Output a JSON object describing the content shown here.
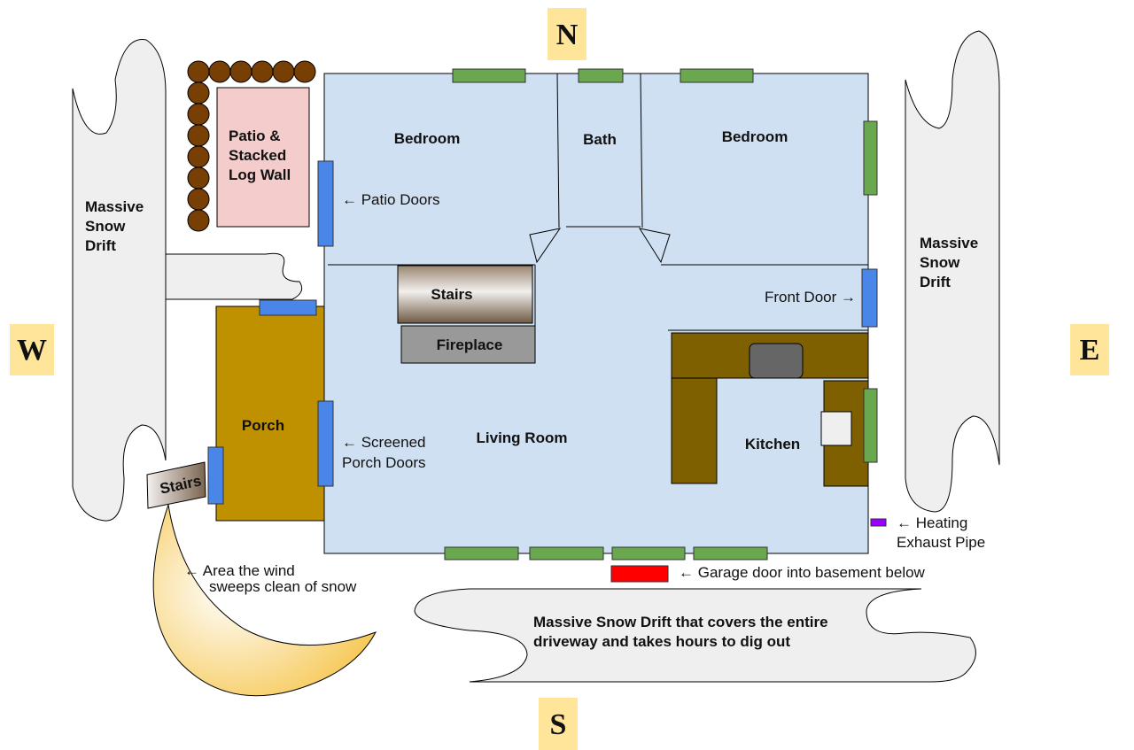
{
  "compass": {
    "north": "N",
    "south": "S",
    "east": "E",
    "west": "W"
  },
  "rooms": {
    "bedroom_west": "Bedroom",
    "bath": "Bath",
    "bedroom_east": "Bedroom",
    "living_room": "Living Room",
    "kitchen": "Kitchen",
    "porch": "Porch",
    "stairs_interior": "Stairs",
    "fireplace": "Fireplace",
    "stairs_exterior": "Stairs"
  },
  "patio": {
    "line1": "Patio &",
    "line2": "Stacked",
    "line3": "Log Wall"
  },
  "labels": {
    "patio_doors": "← Patio Doors",
    "screened_porch_doors_1": "← Screened",
    "screened_porch_doors_2": "Porch Doors",
    "front_door": "Front Door →",
    "heating_exhaust_1": "← Heating",
    "heating_exhaust_2": "Exhaust Pipe",
    "garage_door": "← Garage door into basement below",
    "wind_area_1": "← Area the wind",
    "wind_area_2": "sweeps clean of snow"
  },
  "snow_drifts": {
    "west": {
      "line1": "Massive",
      "line2": "Snow",
      "line3": "Drift"
    },
    "east": {
      "line1": "Massive",
      "line2": "Snow",
      "line3": "Drift"
    },
    "south": {
      "line1": "Massive Snow Drift that covers the entire",
      "line2": "driveway and takes hours to dig out"
    }
  },
  "colors": {
    "house_floor": "#cfe0f2",
    "window": "#6aa84f",
    "door": "#4a86e8",
    "porch": "#bf9000",
    "kitchen_counter": "#7f6000",
    "snow": "#efefef",
    "patio": "#f4cccc",
    "log": "#783f04",
    "garage_door": "#ff0000",
    "exhaust_pipe": "#9900ff",
    "compass_bg": "#ffe599",
    "fireplace": "#999999",
    "sink": "#666666"
  }
}
